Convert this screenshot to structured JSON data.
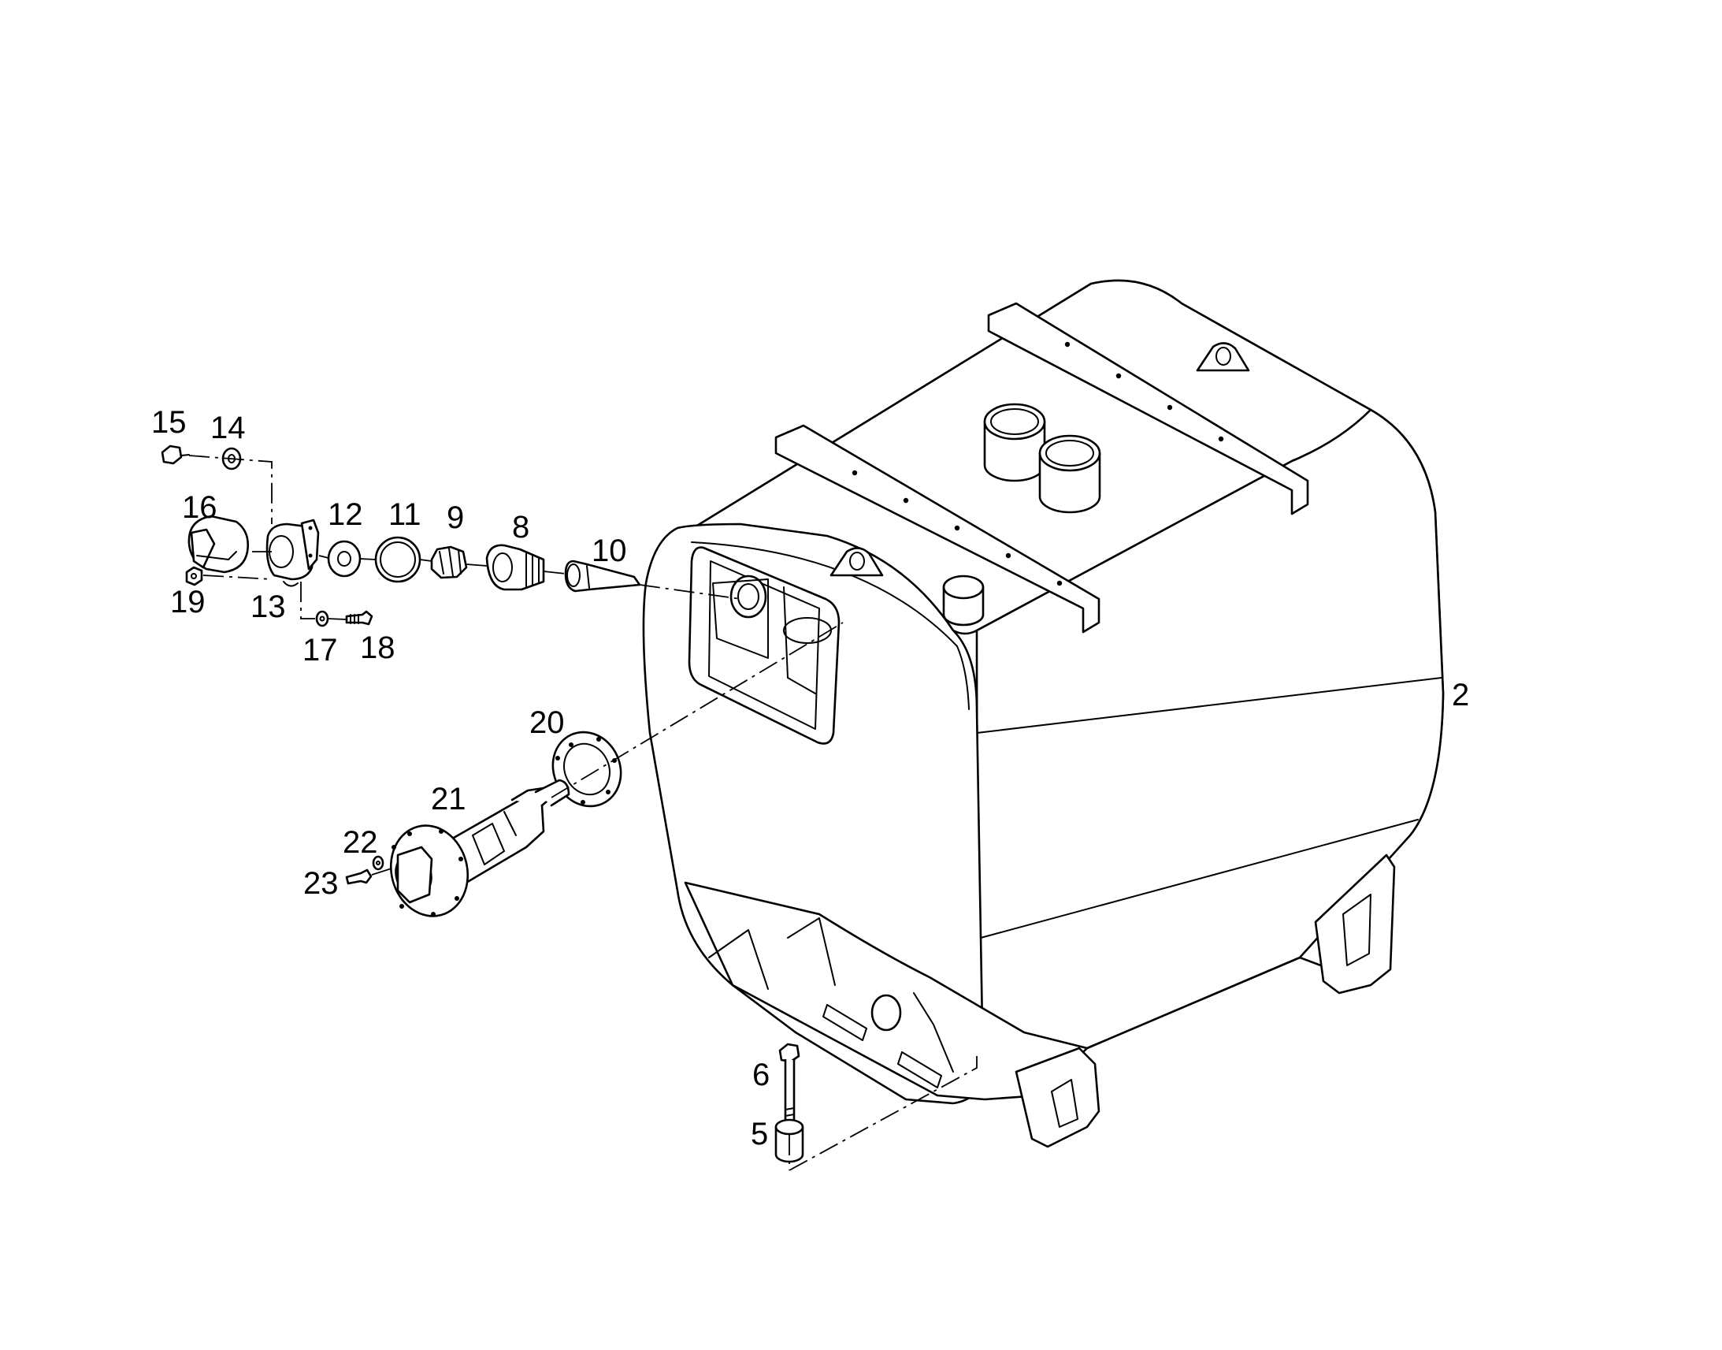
{
  "colors": {
    "ink": "#000000",
    "paper": "#ffffff"
  },
  "callouts": [
    {
      "id": "15",
      "label": "15"
    },
    {
      "id": "14",
      "label": "14"
    },
    {
      "id": "16",
      "label": "16"
    },
    {
      "id": "12",
      "label": "12"
    },
    {
      "id": "11",
      "label": "11"
    },
    {
      "id": "9",
      "label": "9"
    },
    {
      "id": "8",
      "label": "8"
    },
    {
      "id": "10",
      "label": "10"
    },
    {
      "id": "19",
      "label": "19"
    },
    {
      "id": "13",
      "label": "13"
    },
    {
      "id": "17",
      "label": "17"
    },
    {
      "id": "18",
      "label": "18"
    },
    {
      "id": "2",
      "label": "2"
    },
    {
      "id": "20",
      "label": "20"
    },
    {
      "id": "21",
      "label": "21"
    },
    {
      "id": "22",
      "label": "22"
    },
    {
      "id": "23",
      "label": "23"
    },
    {
      "id": "6",
      "label": "6"
    },
    {
      "id": "5",
      "label": "5"
    }
  ]
}
